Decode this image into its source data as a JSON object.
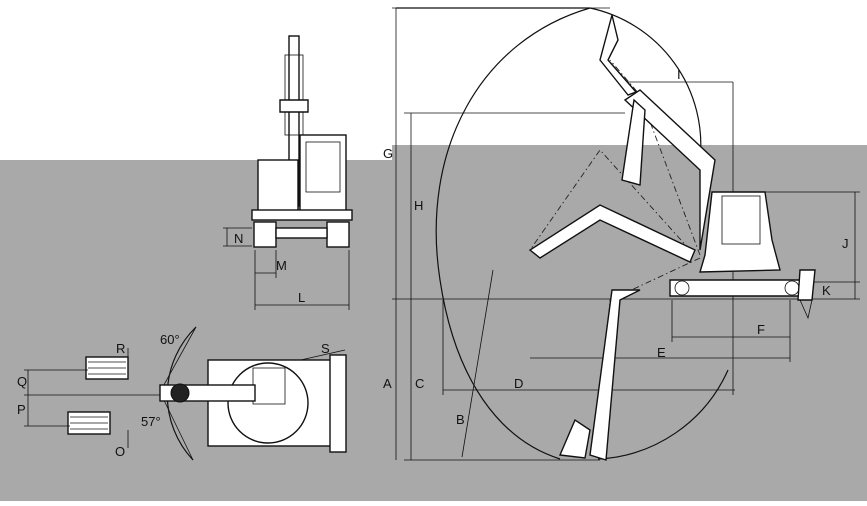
{
  "colors": {
    "background_top": "#ffffff",
    "background_bottom": "#a9a9a9",
    "line": "#111111"
  },
  "dimension_labels": {
    "A": "A",
    "B": "B",
    "C": "C",
    "D": "D",
    "E": "E",
    "F": "F",
    "G": "G",
    "H": "H",
    "I": "I",
    "J": "J",
    "K": "K",
    "L": "L",
    "M": "M",
    "N": "N",
    "O": "O",
    "P": "P",
    "Q": "Q",
    "R": "R",
    "S": "S"
  },
  "angles": {
    "swing_left": "60°",
    "swing_right": "57°"
  }
}
